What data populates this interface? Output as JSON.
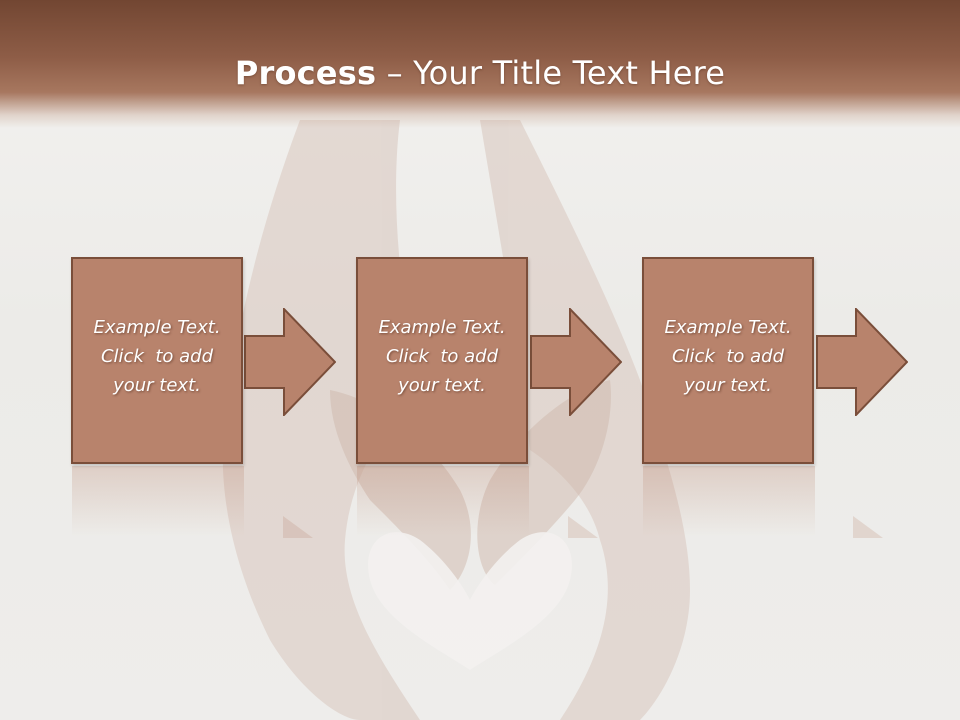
{
  "title": {
    "bold": "Process",
    "rest": " – Your Title Text Here"
  },
  "steps": [
    {
      "lines": [
        "Example Text.",
        "Click  to add",
        "your text."
      ]
    },
    {
      "lines": [
        "Example Text.",
        "Click  to add",
        "your text."
      ]
    },
    {
      "lines": [
        "Example Text.",
        "Click  to add",
        "your text."
      ]
    }
  ],
  "colors": {
    "title_bar": "#8e5d47",
    "box_fill": "#b8836c",
    "box_border": "#7a4e3a",
    "text": "#ffffff"
  }
}
